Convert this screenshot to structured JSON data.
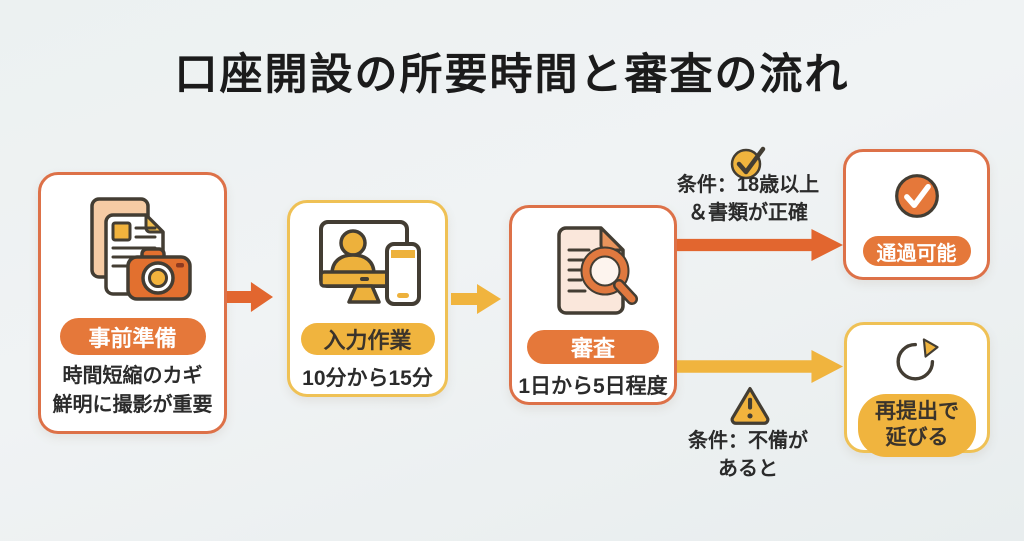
{
  "title": "口座開設の所要時間と審査の流れ",
  "steps": [
    {
      "badge": "事前準備",
      "icon": "documents-camera-icon",
      "desc_line1": "時間短縮のカギ",
      "desc_line2": "鮮明に撮影が重要"
    },
    {
      "badge": "入力作業",
      "icon": "monitor-person-phone-icon",
      "desc_line1": "10分から15分"
    },
    {
      "badge": "審査",
      "icon": "document-magnifier-icon",
      "desc_line1": "1日から5日程度"
    }
  ],
  "branches": {
    "pass": {
      "icon": "check-circle-yellow-icon",
      "condition_line1": "条件：18歳以上",
      "condition_line2": "＆書類が正確",
      "result_icon": "check-circle-orange-icon",
      "result_badge": "通過可能"
    },
    "resubmit": {
      "icon": "warning-triangle-icon",
      "condition_line1": "条件：不備が",
      "condition_line2": "あると",
      "result_icon": "refresh-icon",
      "result_line1": "再提出で",
      "result_line2": "延びる"
    }
  },
  "colors": {
    "orange": "#E5783A",
    "orange_deep": "#E2662F",
    "orange_border": "#DD7148",
    "yellow": "#F0B43E",
    "yellow_border": "#EFC155",
    "outline_dark": "#433D33",
    "text_dark": "#2B2B2B",
    "bg": "#EDF1F2"
  }
}
